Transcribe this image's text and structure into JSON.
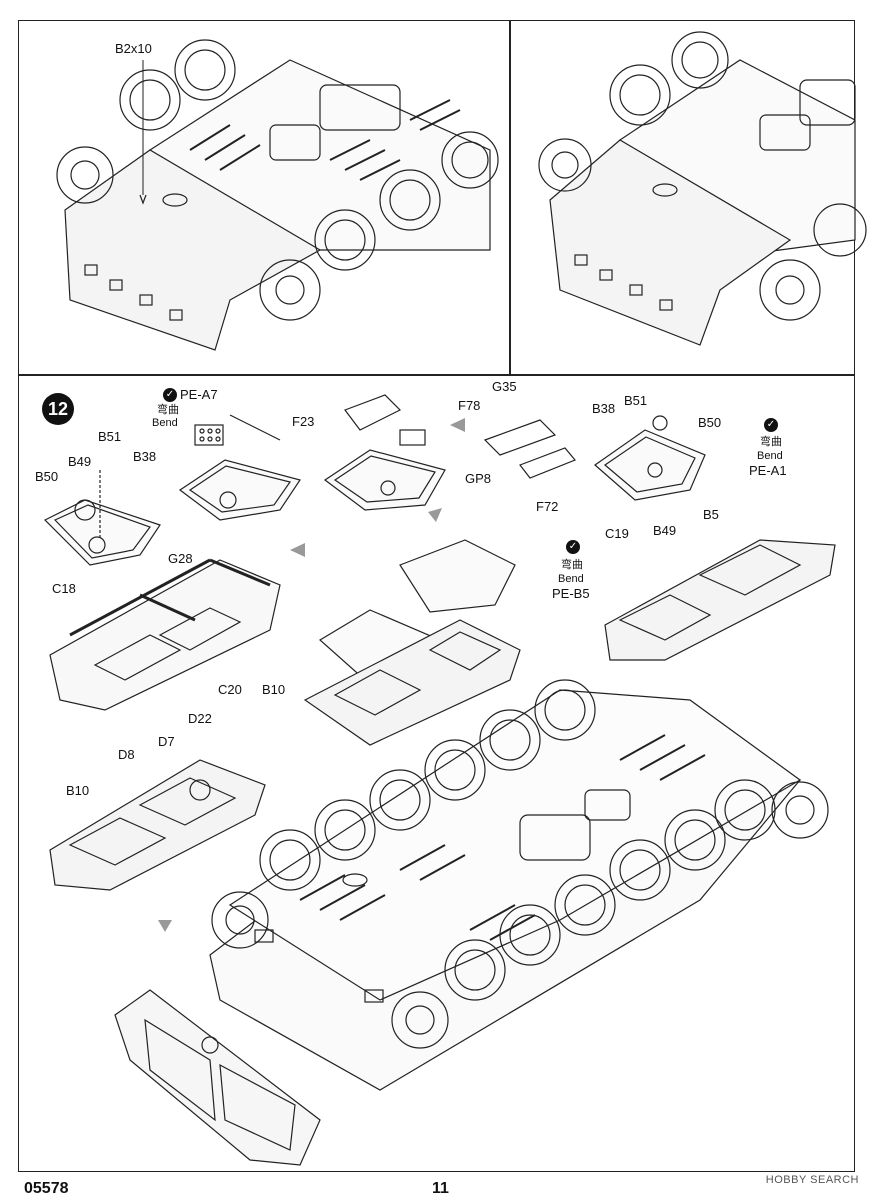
{
  "step": {
    "number": "12"
  },
  "top_left_labels": {
    "b2x10": "B2x10"
  },
  "labels": {
    "pe_a7": "PE-A7",
    "f23": "F23",
    "b51_l": "B51",
    "b49_l": "B49",
    "b38_l": "B38",
    "b50_l": "B50",
    "c18": "C18",
    "f78": "F78",
    "gp8": "GP8",
    "g35": "G35",
    "f72": "F72",
    "b38_r": "B38",
    "b51_r": "B51",
    "b50_r": "B50",
    "c19": "C19",
    "b49_r": "B49",
    "pe_a1": "PE-A1",
    "b5": "B5",
    "pe_b5": "PE-B5",
    "g28": "G28",
    "c20": "C20",
    "b10_a": "B10",
    "d22": "D22",
    "d8": "D8",
    "d7": "D7",
    "b10_b": "B10"
  },
  "bend": {
    "zh": "弯曲",
    "en": "Bend",
    "icon": "check-icon"
  },
  "footer": {
    "code": "05578",
    "page": "11"
  },
  "watermark": {
    "text": "HOBBY SEARCH"
  }
}
